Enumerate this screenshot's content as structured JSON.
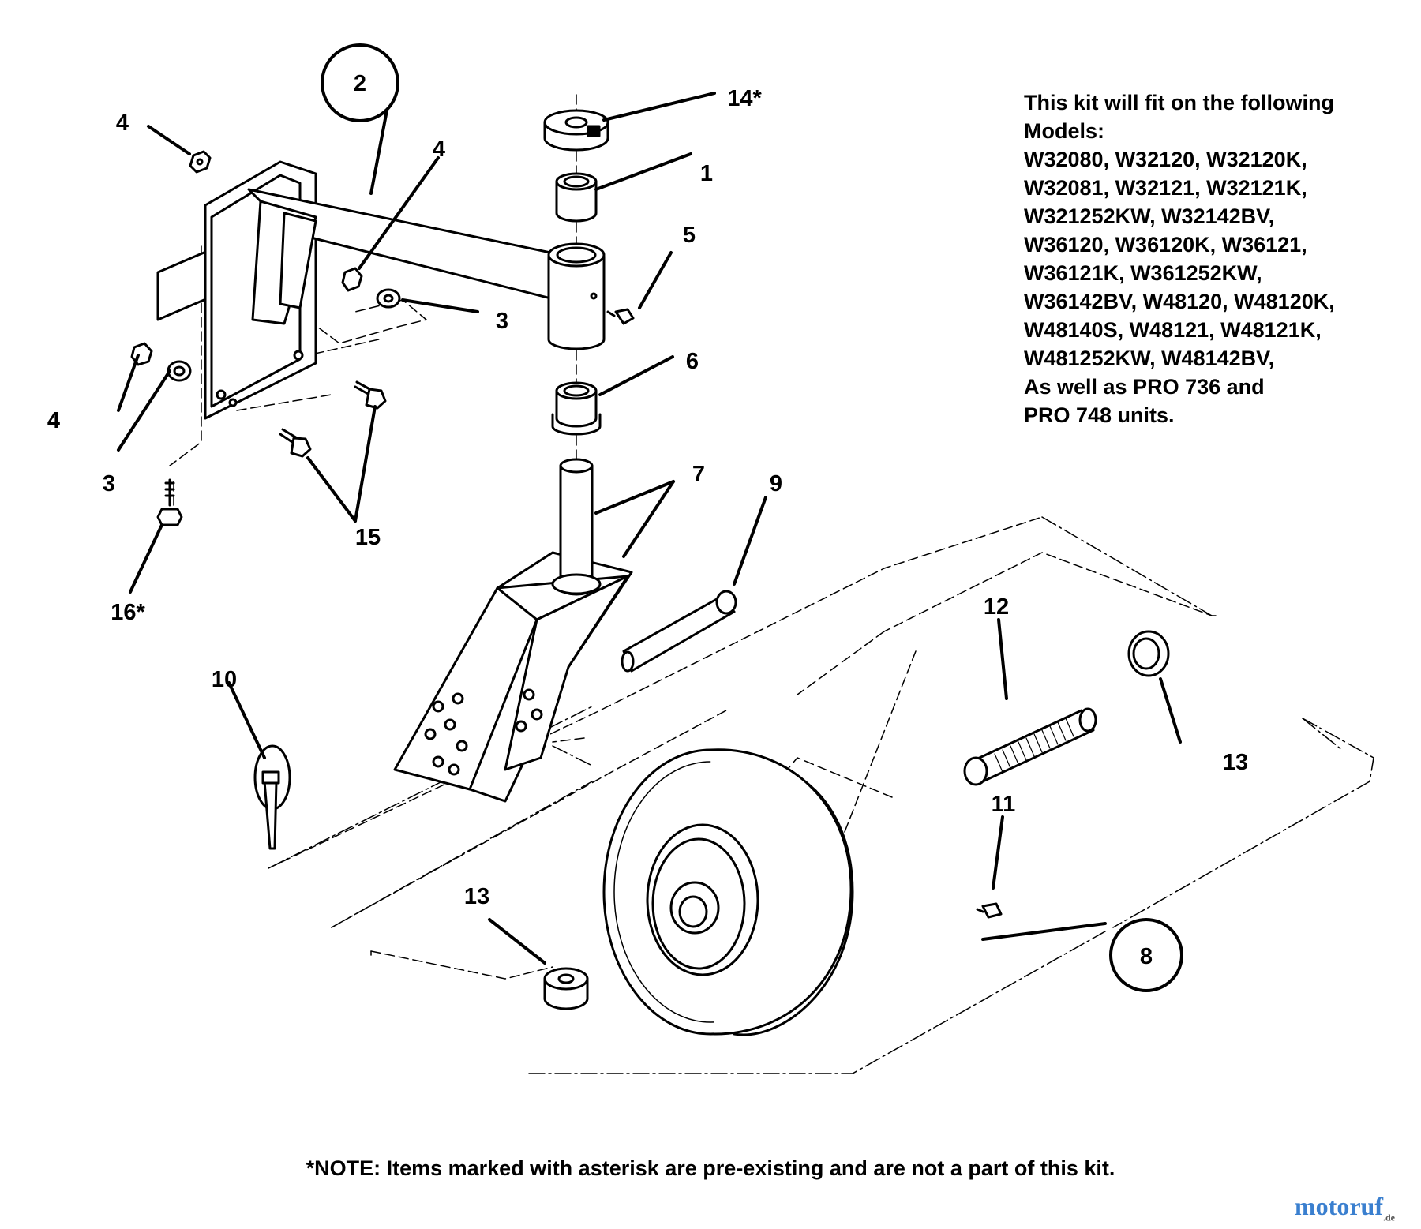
{
  "callouts": {
    "c1": "1",
    "c2": "2",
    "c3a": "3",
    "c3b": "3",
    "c4a": "4",
    "c4b": "4",
    "c4c": "4",
    "c5": "5",
    "c6": "6",
    "c7": "7",
    "c8": "8",
    "c9": "9",
    "c10": "10",
    "c11": "11",
    "c12": "12",
    "c13a": "13",
    "c13b": "13",
    "c14": "14*",
    "c15": "15",
    "c16": "16*"
  },
  "kit_info": {
    "lines": [
      "This kit will fit on the following",
      "Models:",
      "W32080, W32120, W32120K,",
      "W32081, W32121, W32121K,",
      "W321252KW, W32142BV,",
      "W36120, W36120K, W36121,",
      "W36121K, W361252KW,",
      "W36142BV, W48120, W48120K,",
      "W48140S, W48121, W48121K,",
      "W481252KW, W48142BV,",
      "As well as PRO 736 and",
      "PRO 748 units."
    ]
  },
  "footer": {
    "note": "*NOTE: Items marked with asterisk are pre-existing and are not a part of this kit."
  },
  "watermark": {
    "name": "motoruf",
    "suffix": ".de",
    "color": "#3a7fcf"
  }
}
